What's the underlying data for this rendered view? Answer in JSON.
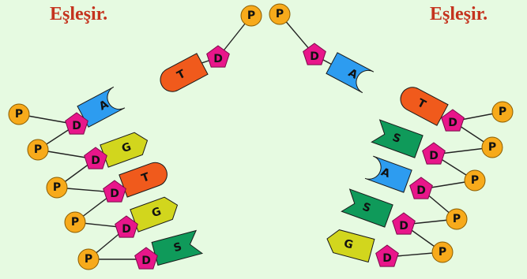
{
  "titles": {
    "left": "Eşleşir.",
    "right": "Eşleşir."
  },
  "symbols": {
    "phosphate": "P",
    "sugar": "D"
  },
  "left_strand": {
    "top_phosphate": "P",
    "top_sugar": "D",
    "top_pair": [
      "A",
      "T"
    ],
    "rungs": [
      "A",
      "G",
      "T",
      "G",
      "S"
    ]
  },
  "right_strand": {
    "top_phosphate": "P",
    "top_sugar": "D",
    "top_pair": [
      "A",
      "T"
    ],
    "rungs": [
      "T",
      "S",
      "A",
      "S",
      "G"
    ]
  },
  "colors": {
    "background": "#e6fae1",
    "title": "#c4331e",
    "phosphate": "#f7aa1b",
    "sugar": "#e8168a",
    "A": "#2d9cf0",
    "T": "#f05a1c",
    "G": "#d2d61d",
    "S": "#0f9a5a",
    "line": "#222222"
  }
}
